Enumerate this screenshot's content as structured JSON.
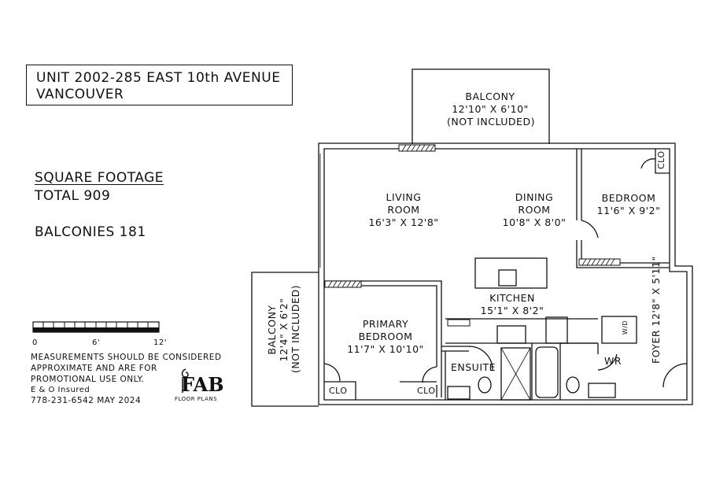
{
  "header": {
    "address_line1": "UNIT 2002-285 EAST 10th AVENUE",
    "address_line2": "VANCOUVER"
  },
  "footage": {
    "title": "SQUARE FOOTAGE",
    "total": "TOTAL 909",
    "balconies": "BALCONIES 181"
  },
  "scale": {
    "label_0": "0",
    "label_6": "6'",
    "label_12": "12'"
  },
  "disclaimer": {
    "line1": "MEASUREMENTS SHOULD BE CONSIDERED",
    "line2": "APPROXIMATE AND ARE FOR",
    "line3": "PROMOTIONAL USE ONLY.",
    "insured": "E & O Insured",
    "contact": "778-231-6542  MAY 2024"
  },
  "logo": {
    "mark": "FAB",
    "tagline": "FLOOR PLANS"
  },
  "rooms": {
    "balcony_top": {
      "name": "BALCONY",
      "dims": "12'10\" X 6'10\"",
      "note": "(NOT INCLUDED)"
    },
    "living": {
      "name1": "LIVING",
      "name2": "ROOM",
      "dims": "16'3\" X 12'8\""
    },
    "dining": {
      "name1": "DINING",
      "name2": "ROOM",
      "dims": "10'8\" X 8'0\""
    },
    "bedroom": {
      "name": "BEDROOM",
      "dims": "11'6\" X 9'2\""
    },
    "closet_bedroom": "CLO",
    "kitchen": {
      "name": "KITCHEN",
      "dims": "15'1\" X 8'2\""
    },
    "primary": {
      "name1": "PRIMARY",
      "name2": "BEDROOM",
      "dims": "11'7\" X 10'10\""
    },
    "ensuite": "ENSUITE",
    "washroom": "WR",
    "foyer": {
      "name": "FOYER",
      "dims": "12'8\" X 5'11\""
    },
    "wd": "W/D",
    "closet_primary_left": "CLO",
    "closet_primary_right": "CLO",
    "balcony_left": {
      "name": "BALCONY",
      "dims": "12'4\" X 6'2\"",
      "note": "(NOT INCLUDED)"
    }
  }
}
